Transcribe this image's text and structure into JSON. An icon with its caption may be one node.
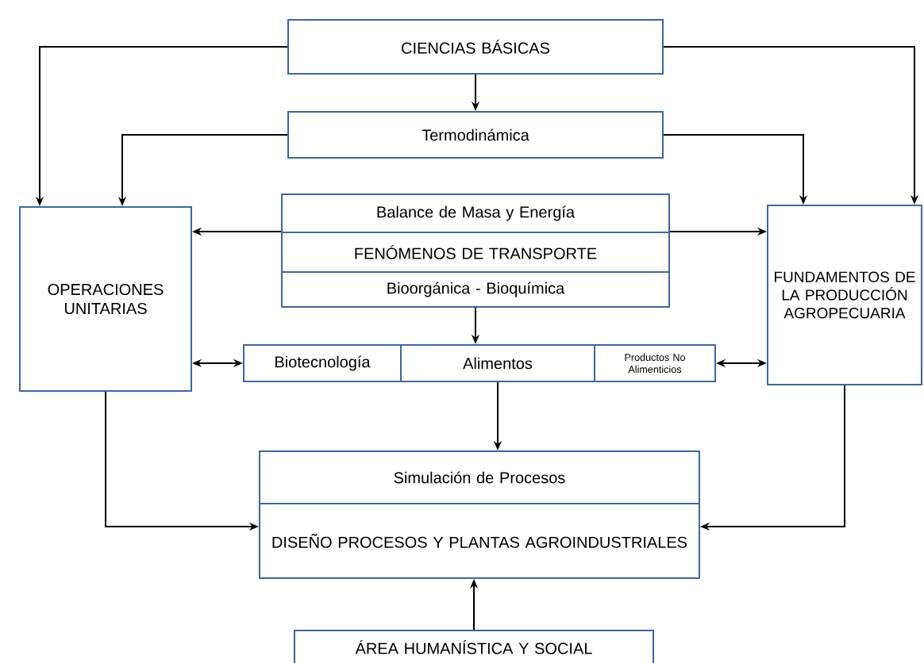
{
  "diagram": {
    "nodes": [
      {
        "text": [
          "CIENCIAS BÁSICAS"
        ]
      },
      {
        "text": [
          "Termodinámica"
        ]
      },
      {
        "text": [
          "Balance de Masa y Energía"
        ]
      },
      {
        "text": [
          "FENÓMENOS DE TRANSPORTE"
        ]
      },
      {
        "text": [
          "Bioorgánica - Bioquímica"
        ]
      },
      {
        "text": [
          "OPERACIONES UNITARIAS"
        ]
      },
      {
        "text": [
          "FUNDAMENTOS DE LA PRODUCCIÓN AGROPECUARIA"
        ]
      },
      {
        "text": [
          "Biotecnología"
        ]
      },
      {
        "text": [
          "Alimentos"
        ]
      },
      {
        "text": [
          "Productos No Alimenticios"
        ]
      },
      {
        "text": [
          "Simulación de Procesos"
        ]
      },
      {
        "text": [
          "DISEÑO PROCESOS Y PLANTAS AGROINDUSTRIALES"
        ]
      },
      {
        "text": [
          "ÁREA HUMANÍSTICA Y SOCIAL"
        ]
      }
    ],
    "edges": [
      {
        "from": 0,
        "to": 5,
        "arrow": "to"
      },
      {
        "from": 0,
        "to": 6,
        "arrow": "to"
      },
      {
        "from": 0,
        "to": 1,
        "arrow": "to"
      },
      {
        "from": 1,
        "to": 5,
        "arrow": "to"
      },
      {
        "from": 1,
        "to": 6,
        "arrow": "to"
      },
      {
        "from": 3,
        "to": 5,
        "arrow": "to"
      },
      {
        "from": 3,
        "to": 6,
        "arrow": "to"
      },
      {
        "from": 4,
        "to": 8,
        "arrow": "to"
      },
      {
        "from": 5,
        "to": 7,
        "arrow": "both"
      },
      {
        "from": 9,
        "to": 6,
        "arrow": "both"
      },
      {
        "from": 8,
        "to": 10,
        "arrow": "to"
      },
      {
        "from": 5,
        "to": 11,
        "arrow": "to"
      },
      {
        "from": 6,
        "to": 11,
        "arrow": "to"
      },
      {
        "from": 12,
        "to": 11,
        "arrow": "to"
      }
    ]
  }
}
